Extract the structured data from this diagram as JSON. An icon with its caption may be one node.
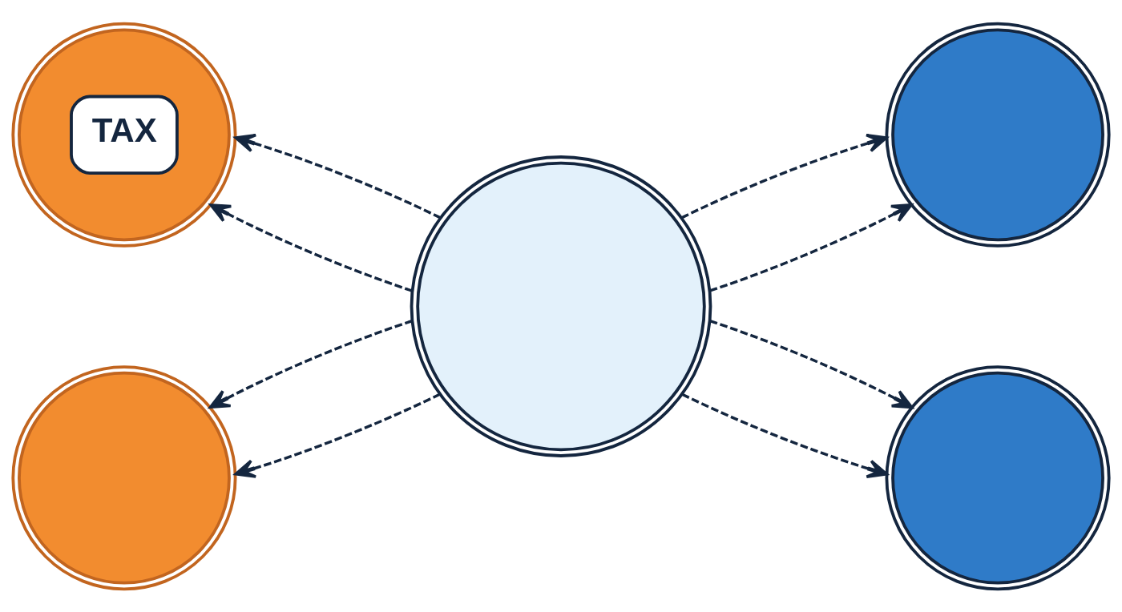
{
  "diagram": {
    "nodes": [
      {
        "text": [
          "TAX"
        ]
      },
      {
        "text": [],
        "shape": "circle"
      },
      {
        "text": [],
        "shape": "circle"
      },
      {
        "text": [],
        "shape": "circle"
      },
      {
        "text": [],
        "shape": "circle"
      }
    ],
    "edges": [
      {
        "from": 2,
        "to": 0,
        "arrow": "to",
        "style": "dashed"
      },
      {
        "from": 2,
        "to": 1,
        "arrow": "to",
        "style": "dashed"
      },
      {
        "from": 2,
        "to": 0,
        "arrow": "to",
        "style": "dashed"
      },
      {
        "from": 2,
        "to": 1,
        "arrow": "to",
        "style": "dashed"
      },
      {
        "from": 2,
        "to": 3,
        "arrow": "to",
        "style": "dashed"
      },
      {
        "from": 2,
        "to": 4,
        "arrow": "to",
        "style": "dashed"
      },
      {
        "from": 2,
        "to": 3,
        "arrow": "to",
        "style": "dashed"
      },
      {
        "from": 2,
        "to": 4,
        "arrow": "to",
        "style": "dashed"
      }
    ]
  }
}
